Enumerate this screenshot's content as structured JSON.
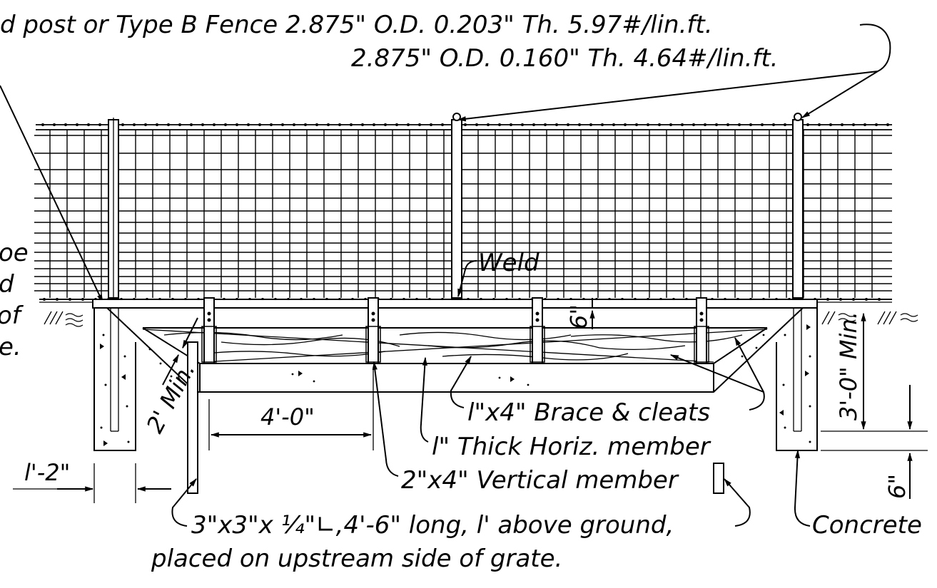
{
  "labels": {
    "post_spec_line1": "d  post or Type B  Fence 2.875\" O.D. 0.203\" Th. 5.97#/lin.ft.",
    "post_spec_line2": "2.875\" O.D. 0.160\" Th. 4.64#/lin.ft.",
    "weld": "Weld",
    "brace": "l\"x4\" Brace & cleats",
    "horiz_member": "l\" Thick Horiz. member",
    "vertical_member": "2\"x4\" Vertical member",
    "angle_line1": "3\"x3\"x  ¹⁄₄\"∟,4'-6\" long, l' above ground,",
    "angle_line2": "placed on upstream side of grate.",
    "concrete": "Concrete",
    "left_frag1": "oe",
    "left_frag2": "d",
    "left_frag3": "of",
    "left_frag4": "e."
  },
  "dimensions": {
    "spacing": "4'-0\"",
    "footing_width": "l'-2\"",
    "embed_min": "2' Min.",
    "depth_min": "3'-0\" Min.",
    "cover": "6\"",
    "cleat": "6\""
  }
}
